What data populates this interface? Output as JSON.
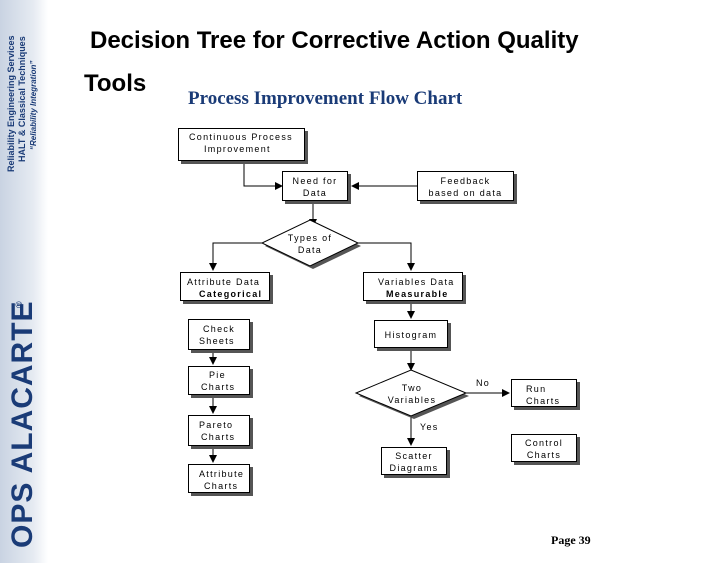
{
  "slide": {
    "title_line1": "Decision Tree for Corrective Action Quality",
    "title_line2": "Tools",
    "chart_title": "Process Improvement Flow Chart",
    "page": "Page 39"
  },
  "sidebar": {
    "brand": "OPS ALACARTE",
    "registered": "®",
    "tagline1": "Reliability Engineering Services",
    "tagline2": "HALT & Classical Techniques",
    "tagline3": "“Reliability Integration”"
  },
  "nodes": {
    "continuous_l1": "Continuous Process",
    "continuous_l2": "Improvement",
    "need_l1": "Need for",
    "need_l2": "Data",
    "feedback_l1": "Feedback",
    "feedback_l2": "based on data",
    "types_l1": "Types of",
    "types_l2": "Data",
    "attribute_l1": "Attribute Data",
    "attribute_l2": "Categorical",
    "variables_l1": "Variables Data",
    "variables_l2": "Measurable",
    "check_l1": "Check",
    "check_l2": "Sheets",
    "pie_l1": "Pie",
    "pie_l2": "Charts",
    "pareto_l1": "Pareto",
    "pareto_l2": "Charts",
    "attrcharts_l1": "Attribute",
    "attrcharts_l2": "Charts",
    "histogram": "Histogram",
    "twovar_l1": "Two",
    "twovar_l2": "Variables",
    "run_l1": "Run",
    "run_l2": "Charts",
    "control_l1": "Control",
    "control_l2": "Charts",
    "scatter_l1": "Scatter",
    "scatter_l2": "Diagrams"
  },
  "edges": {
    "no": "No",
    "yes": "Yes"
  }
}
